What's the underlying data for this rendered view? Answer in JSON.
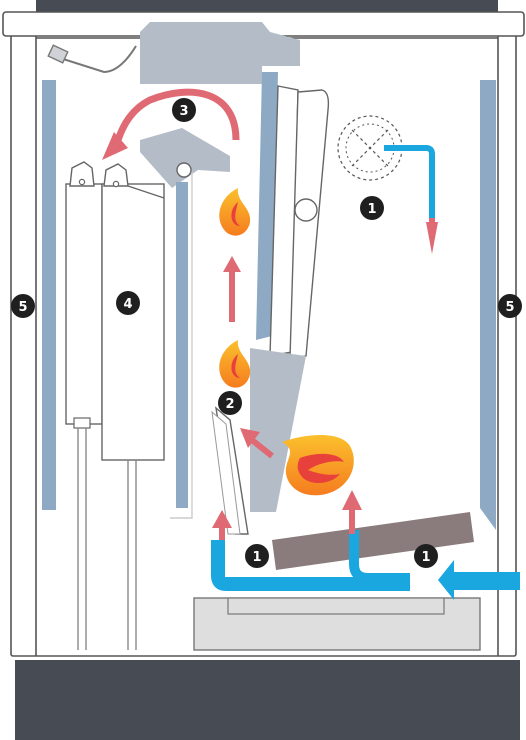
{
  "markers": {
    "air_inlet_top": "1",
    "air_inlet_bottom_left": "1",
    "air_inlet_bottom_right": "1",
    "secondary_air": "2",
    "flue_gas_path": "3",
    "heat_exchanger": "4",
    "side_panel_left": "5",
    "side_panel_right": "5"
  },
  "colors": {
    "cold_air": "#1aa7df",
    "hot_air": "#e06a73",
    "panel_blue": "#8ea9c4",
    "steel_grey": "#b4bdc7",
    "dark_base": "#464b54",
    "grate": "#8a7b7d",
    "outline": "#555555",
    "flame_outer": "#f7a823",
    "flame_inner": "#e8413c"
  },
  "icons": [
    "fan-icon",
    "flame-icon",
    "flame-icon",
    "flame-icon"
  ]
}
